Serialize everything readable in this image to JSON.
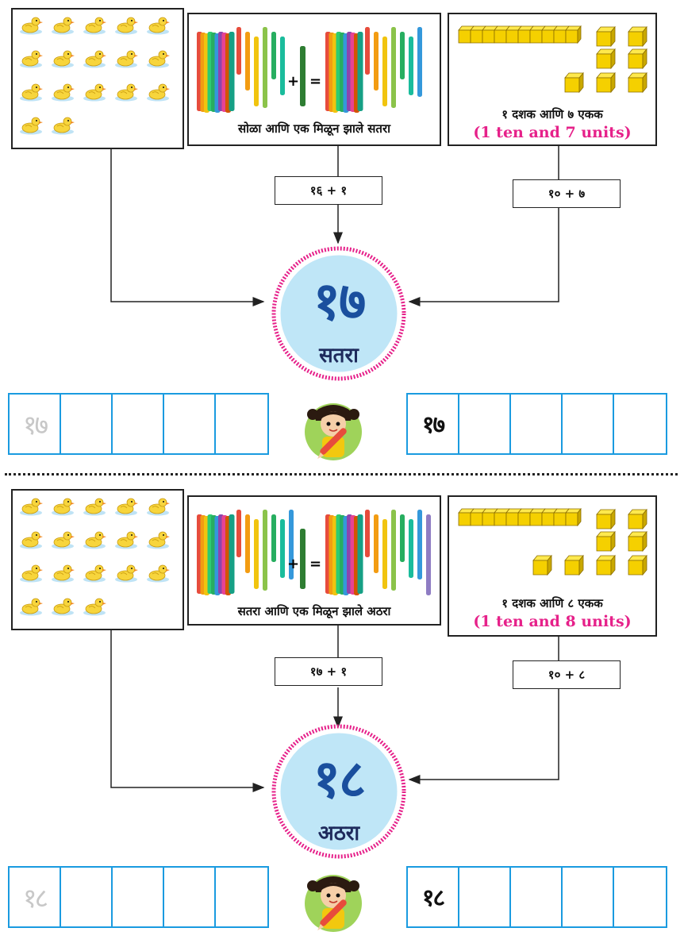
{
  "sections": [
    {
      "stick_caption": "सोळा आणि एक मिळून झाले सतरा",
      "blocks_caption": "१ दशक आणि ७ एकक",
      "blocks_caption_en": "(1 ten and 7 units)",
      "eq_left": "१६ + १",
      "eq_right": "१० + ७",
      "number": "१७",
      "word": "सतरा",
      "trace": "१७",
      "written": "१७",
      "duck_count": 17,
      "cube_count": 7
    },
    {
      "stick_caption": "सतरा आणि एक मिळून झाले अठरा",
      "blocks_caption": "१ दशक आणि ८ एकक",
      "blocks_caption_en": "(1 ten and 8 units)",
      "eq_left": "१७ + १",
      "eq_right": "१० + ८",
      "number": "१८",
      "word": "अठरा",
      "trace": "१८",
      "written": "१८",
      "duck_count": 18,
      "cube_count": 8
    }
  ],
  "colors": {
    "accent_pink": "#e6218a",
    "circle_fill": "#bfe6f7",
    "grid_blue": "#1a9be0",
    "number_blue": "#1a4f9e"
  }
}
